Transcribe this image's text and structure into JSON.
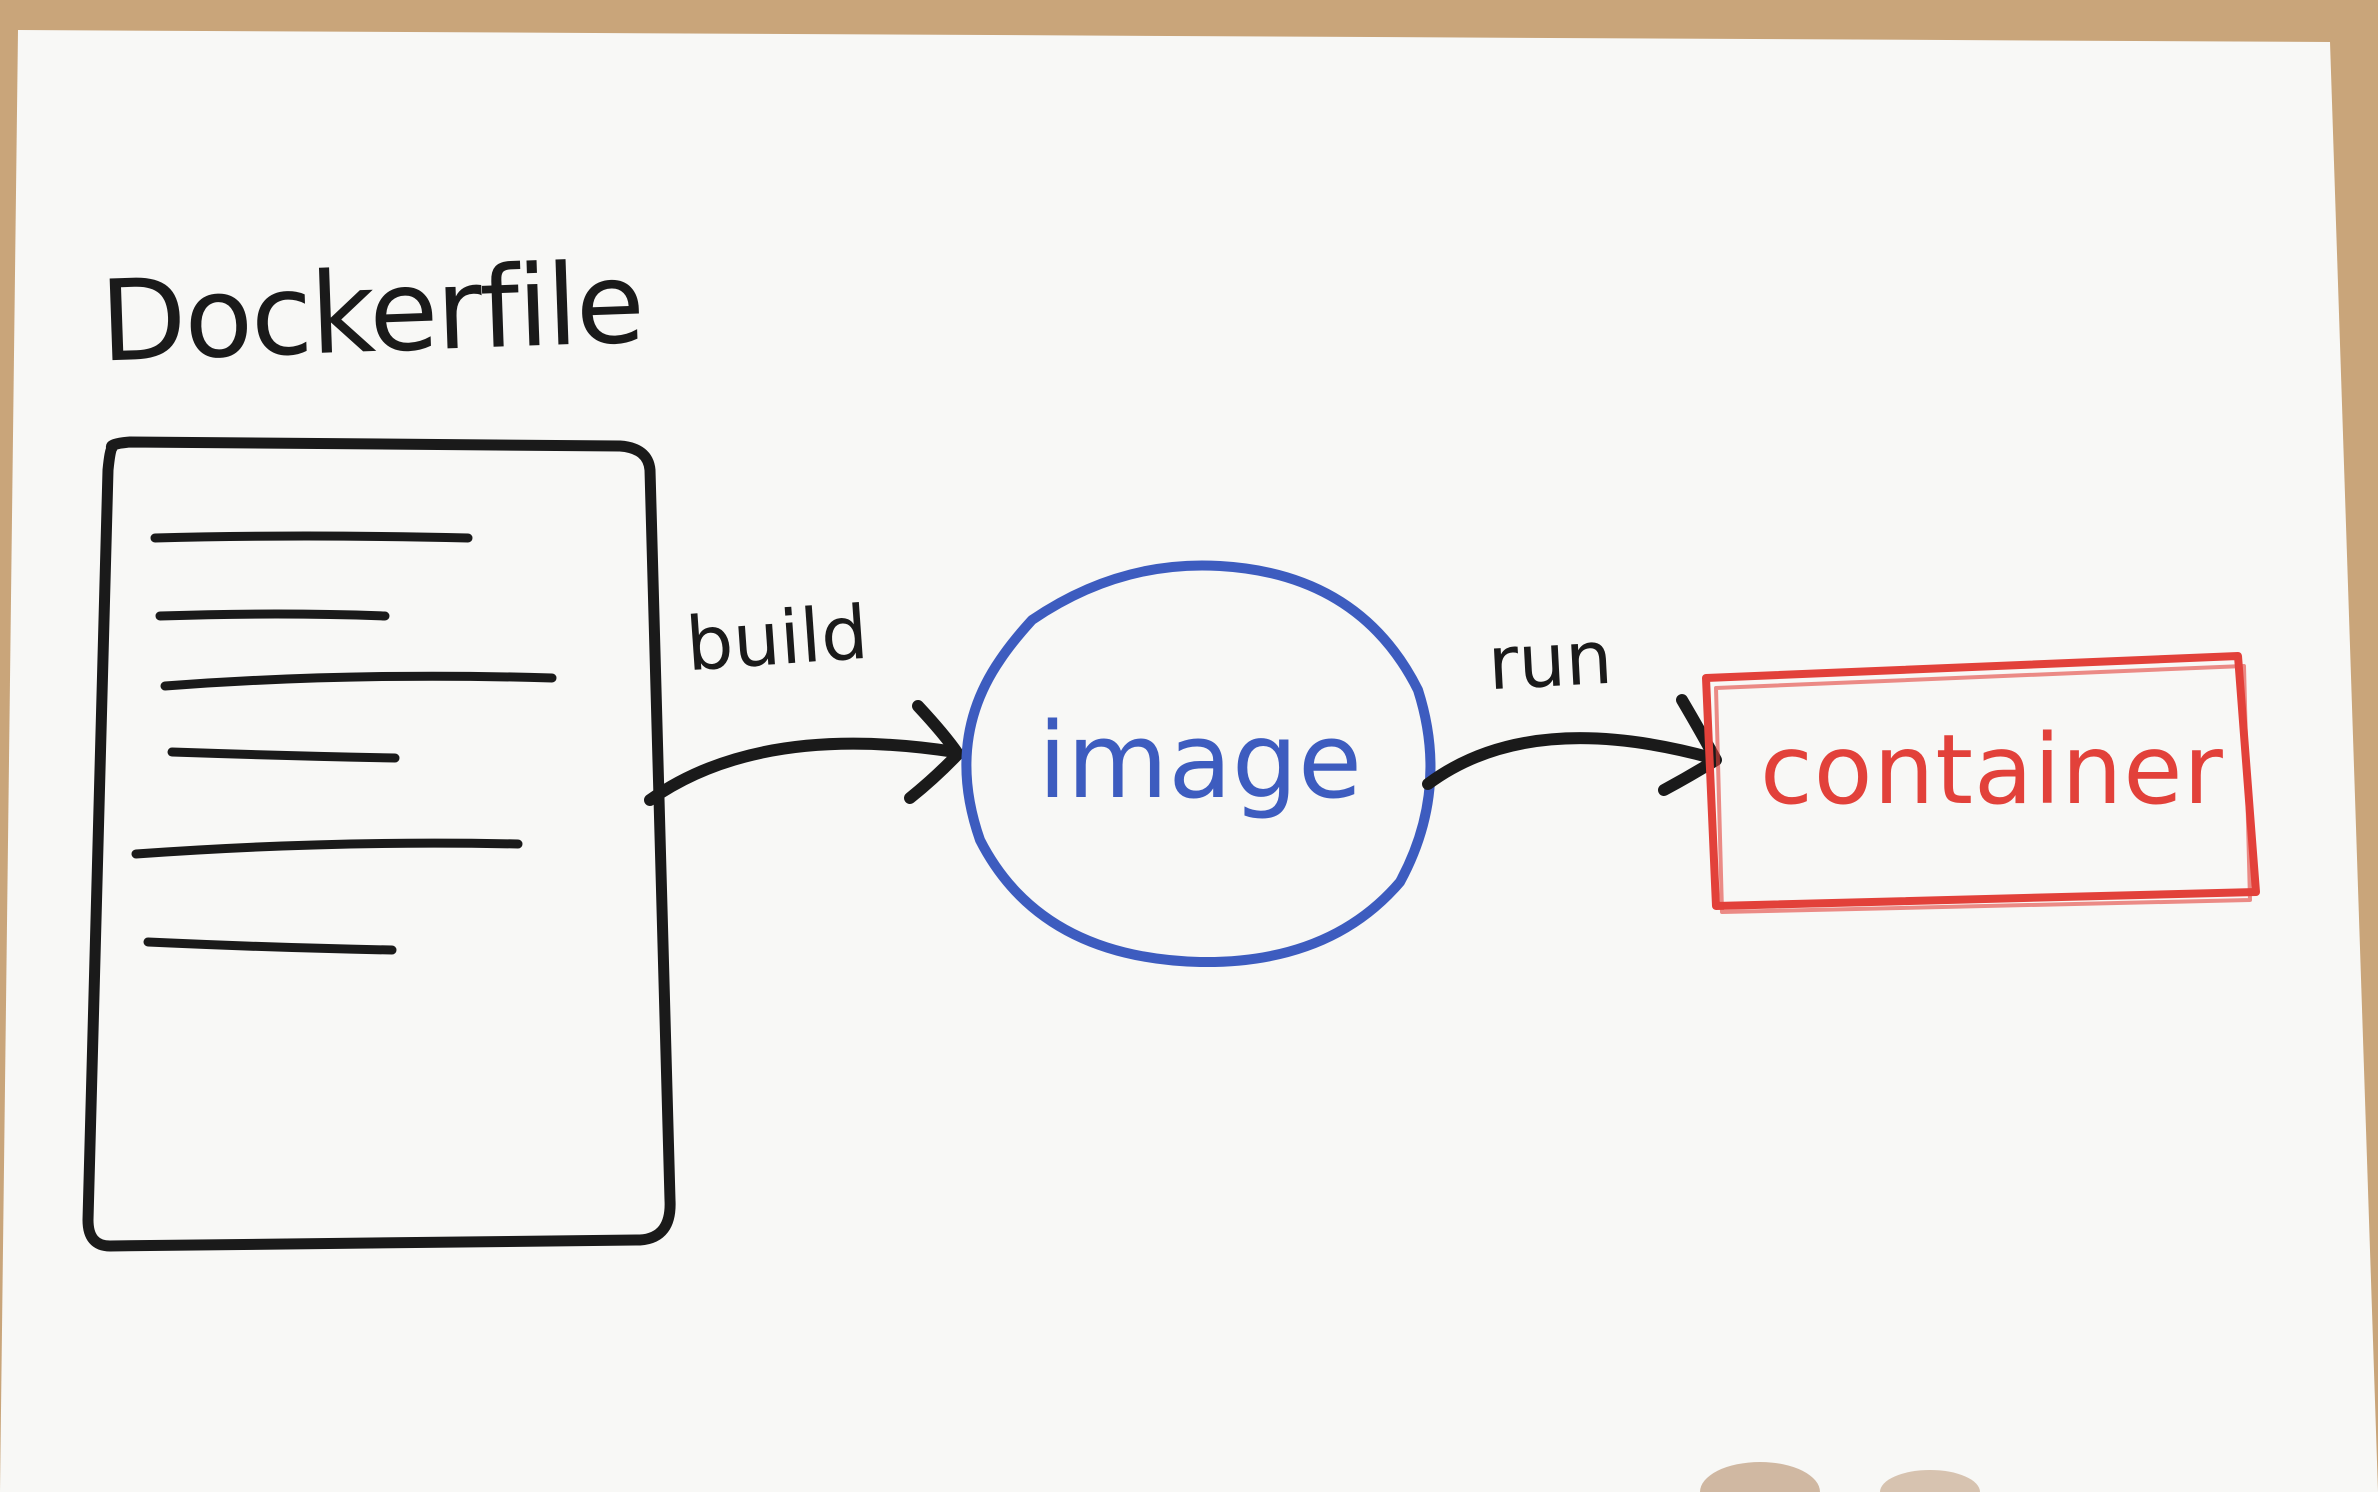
{
  "labels": {
    "dockerfile": "Dockerfile",
    "build": "build",
    "image": "image",
    "run": "run",
    "container": "container"
  },
  "colors": {
    "paper": "#f8f8f6",
    "desk": "#c9a57a",
    "ink": "#1a1a1a",
    "image_blue": "#3d5cbf",
    "container_red": "#e2413a"
  }
}
